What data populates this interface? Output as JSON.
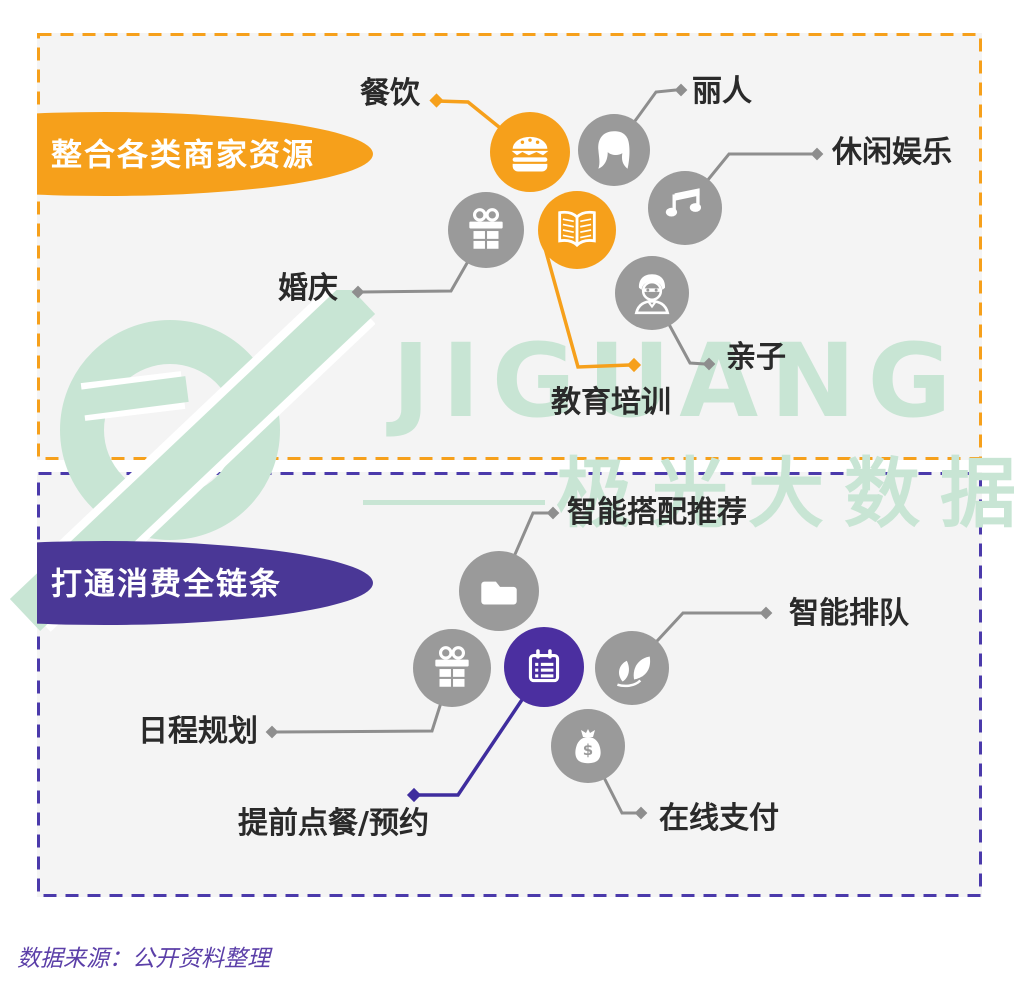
{
  "watermark": {
    "logo_text": "JIGUANG",
    "cn_text": "极光大数据",
    "color": "#C8E5D4"
  },
  "footer": {
    "source_text": "数据来源：公开资料整理"
  },
  "colors": {
    "orange": "#F6A01B",
    "purple_circle": "#4B2FA0",
    "purple_banner": "#4A3796",
    "purple_dash": "#4B3AAB",
    "gray_circle": "#9A9A9A",
    "connector_gray": "#8E8E8E",
    "box_bg": "#F4F4F4",
    "label_color": "#2A2A2A"
  },
  "sections": [
    {
      "id": "merchant-resources",
      "title": "整合各类商家资源",
      "accent": "orange",
      "items": [
        {
          "label": "餐饮",
          "icon": "burger-icon",
          "highlight": true
        },
        {
          "label": "丽人",
          "icon": "hair-icon",
          "highlight": false
        },
        {
          "label": "休闲娱乐",
          "icon": "music-notes-icon",
          "highlight": false
        },
        {
          "label": "婚庆",
          "icon": "gift-icon",
          "highlight": false
        },
        {
          "label": "教育培训",
          "icon": "open-book-icon",
          "highlight": true
        },
        {
          "label": "亲子",
          "icon": "child-icon",
          "highlight": false
        }
      ]
    },
    {
      "id": "consumption-chain",
      "title": "打通消费全链条",
      "accent": "purple",
      "items": [
        {
          "label": "智能搭配推荐",
          "icon": "folder-icon",
          "highlight": false
        },
        {
          "label": "智能排队",
          "icon": "leaf-icon",
          "highlight": false
        },
        {
          "label": "日程规划",
          "icon": "gift-icon",
          "highlight": false
        },
        {
          "label": "提前点餐/预约",
          "icon": "reservation-list-icon",
          "highlight": true
        },
        {
          "label": "在线支付",
          "icon": "money-bag-icon",
          "highlight": false
        }
      ]
    }
  ]
}
